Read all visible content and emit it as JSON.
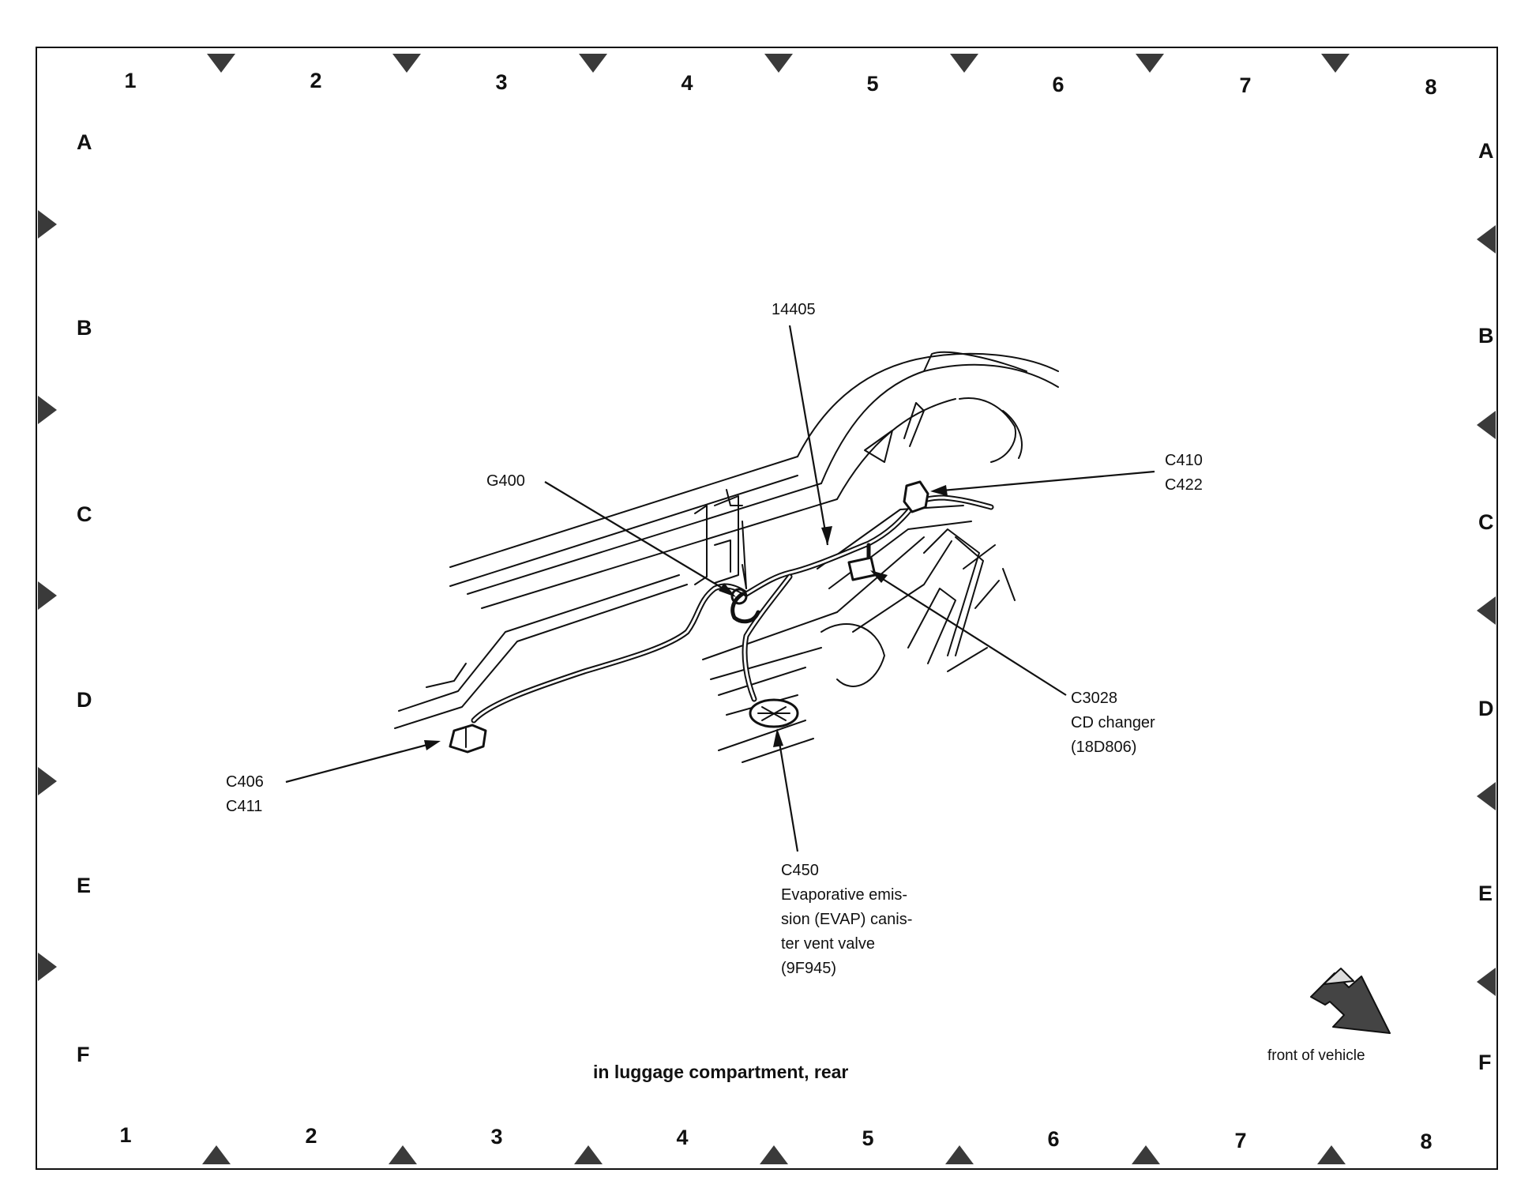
{
  "grid": {
    "columns": [
      "1",
      "2",
      "3",
      "4",
      "5",
      "6",
      "7",
      "8"
    ],
    "rows": [
      "A",
      "B",
      "C",
      "D",
      "E",
      "F"
    ]
  },
  "callouts": {
    "c14405": [
      "14405"
    ],
    "g400": [
      "G400"
    ],
    "c410": [
      "C410",
      "C422"
    ],
    "c406": [
      "C406",
      "C411"
    ],
    "c3028": [
      "C3028",
      "CD changer",
      "(18D806)"
    ],
    "c450": [
      "C450",
      "Evaporative emis-",
      "sion (EVAP) canis-",
      "ter vent valve",
      "(9F945)"
    ]
  },
  "caption": "in luggage compartment, rear",
  "front_label": "front of vehicle",
  "colors": {
    "ink": "#111111",
    "marker": "#3a3a3a",
    "paper": "#ffffff"
  }
}
